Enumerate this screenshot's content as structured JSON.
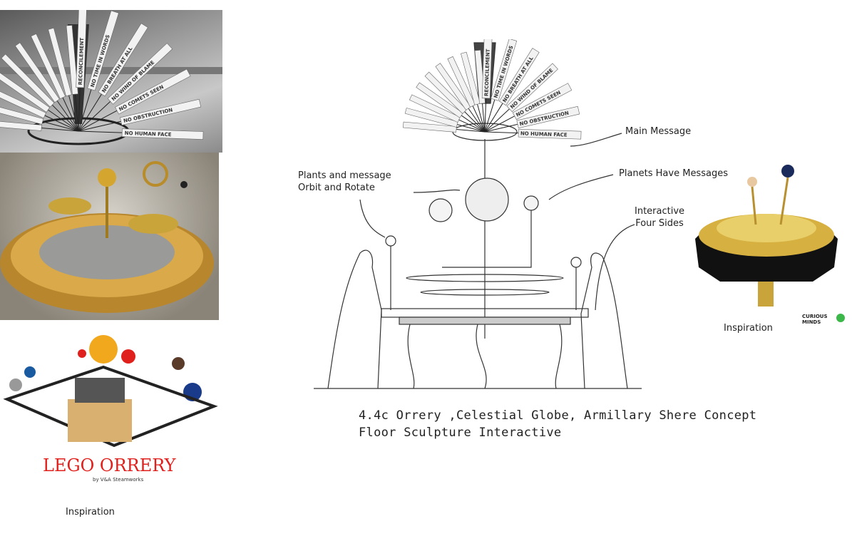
{
  "inspiration_left": {
    "photo1_messages": [
      "RECONCILEMENT",
      "NO TIME IN WORDS",
      "NO BREATH AT ALL",
      "NO WIND OF BLAME",
      "NO COMETS SEEN",
      "NO OBSTRUCTION",
      "NO HUMAN FACE"
    ],
    "lego_title": "LEGO ORRERY",
    "lego_subtitle": "by V&A Steamworks",
    "label": "Inspiration"
  },
  "concept": {
    "fan_messages": [
      "RECONCILEMENT",
      "NO TIME IN WORDS",
      "NO BREATH AT ALL",
      "NO WIND OF BLAME",
      "NO COMETS SEEN",
      "NO OBSTRUCTION",
      "NO HUMAN FACE"
    ],
    "annotations": {
      "main_message": "Main Message",
      "plants_line1": "Plants and message",
      "plants_line2": "Orbit and Rotate",
      "planets_messages": "Planets Have Messages",
      "interactive_line1": "Interactive",
      "interactive_line2": "Four Sides"
    },
    "caption_line1": "4.4c Orrery ,Celestial Globe, Armillary Shere Concept",
    "caption_line2": "Floor Sculpture Interactive"
  },
  "inspiration_right": {
    "label": "Inspiration",
    "logo_text": "CURIOUS MINDS"
  },
  "colors": {
    "lego_red": "#e0201c",
    "brass": "#c9a43a",
    "sketch": "#333333"
  }
}
